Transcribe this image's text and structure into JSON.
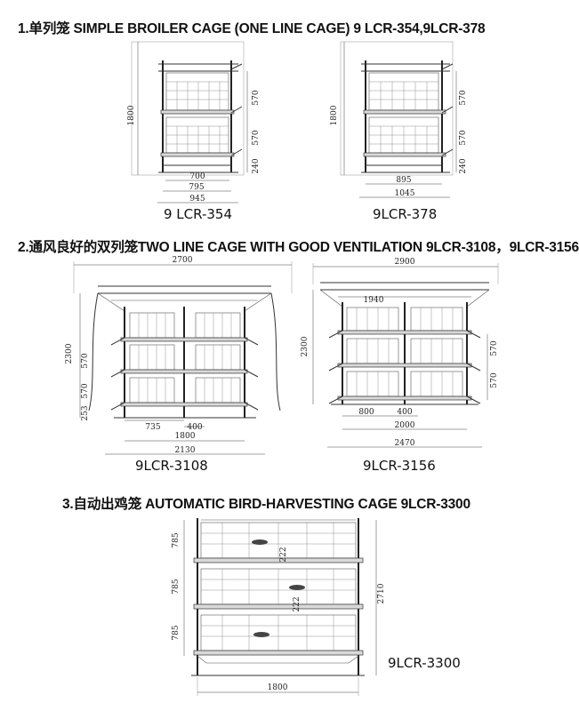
{
  "sections": [
    {
      "heading": "1.单列笼 SIMPLE BROILER CAGE (ONE LINE CAGE) 9 LCR-354,9LCR-378",
      "drawings": [
        {
          "caption": "9 LCR-354",
          "dims": {
            "height": "1800",
            "tier1": "570",
            "tier2": "570",
            "base": "240",
            "w1": "700",
            "w2": "795",
            "w3": "945"
          }
        },
        {
          "caption": "9LCR-378",
          "dims": {
            "height": "1800",
            "tier1": "570",
            "tier2": "570",
            "base": "240",
            "w1": "895",
            "w2": "1045"
          }
        }
      ]
    },
    {
      "heading": "2.通风良好的双列笼TWO LINE CAGE WITH GOOD VENTILATION 9LCR-3108，9LCR-3156",
      "drawings": [
        {
          "caption": "9LCR-3108",
          "dims": {
            "top": "2700",
            "height": "2300",
            "tier1": "570",
            "tier2": "570",
            "base": "253",
            "w1": "735",
            "w2": "400",
            "w3": "1800",
            "w4": "2130"
          }
        },
        {
          "caption": "9LCR-3156",
          "dims": {
            "top": "2900",
            "inner": "1940",
            "height": "2300",
            "tier1": "570",
            "tier2": "570",
            "w1": "800",
            "w2": "400",
            "w3": "2000",
            "w4": "2470"
          }
        }
      ]
    },
    {
      "heading": "3.自动出鸡笼 AUTOMATIC BIRD-HARVESTING CAGE 9LCR-3300",
      "drawings": [
        {
          "caption": "9LCR-3300",
          "dims": {
            "tier1": "785",
            "tier2": "785",
            "tier3": "785",
            "height": "2710",
            "width": "1800",
            "inner1": "222",
            "inner2": "222"
          }
        }
      ]
    }
  ]
}
